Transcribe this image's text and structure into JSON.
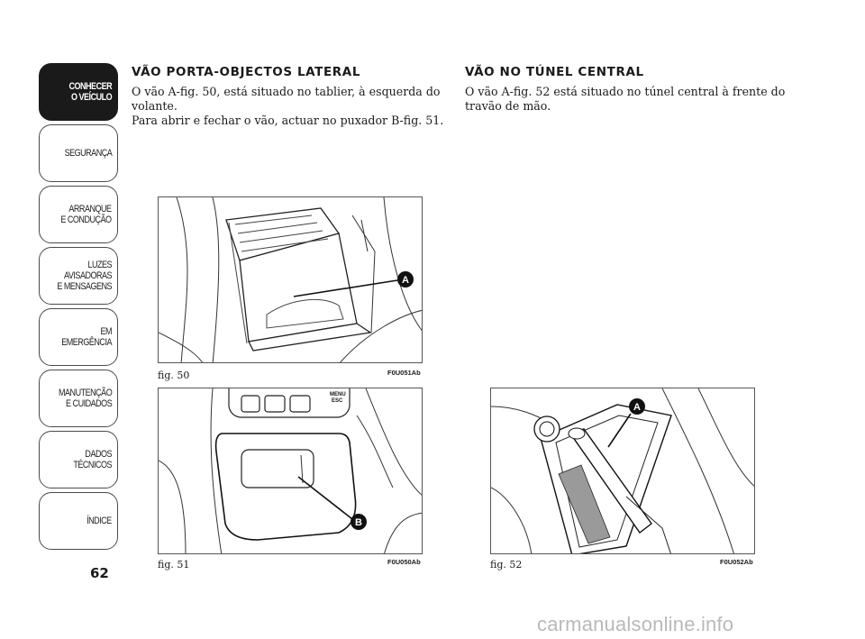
{
  "sidebar": {
    "tabs": [
      {
        "label": "CONHECER\nO VEÍCULO",
        "active": true
      },
      {
        "label": "SEGURANÇA",
        "active": false
      },
      {
        "label": "ARRANQUE\nE CONDUÇÃO",
        "active": false
      },
      {
        "label": "LUZES\nAVISADORAS\nE MENSAGENS",
        "active": false
      },
      {
        "label": "EM EMERGÊNCIA",
        "active": false
      },
      {
        "label": "MANUTENÇÃO\nE CUIDADOS",
        "active": false
      },
      {
        "label": "DADOS\nTÉCNICOS",
        "active": false
      },
      {
        "label": "ÍNDICE",
        "active": false
      }
    ]
  },
  "page_number": "62",
  "left_section": {
    "title": "VÃO PORTA-OBJECTOS LATERAL",
    "body": "O vão A-fig. 50, está situado no tablier, à esquerda do volante.\nPara abrir e fechar o vão, actuar no puxador B-fig. 51."
  },
  "right_section": {
    "title": "VÃO NO TÚNEL CENTRAL",
    "body": "O vão A-fig. 52 está situado no túnel central à frente do travão de mão."
  },
  "figures": {
    "fig50": {
      "label": "fig. 50",
      "code": "F0U051Ab",
      "callout": "A"
    },
    "fig51": {
      "label": "fig. 51",
      "code": "F0U050Ab",
      "callout": "B",
      "button_text": "MENU\nESC"
    },
    "fig52": {
      "label": "fig. 52",
      "code": "F0U052Ab",
      "callout": "A"
    }
  },
  "watermark": "carmanualsonline.info"
}
